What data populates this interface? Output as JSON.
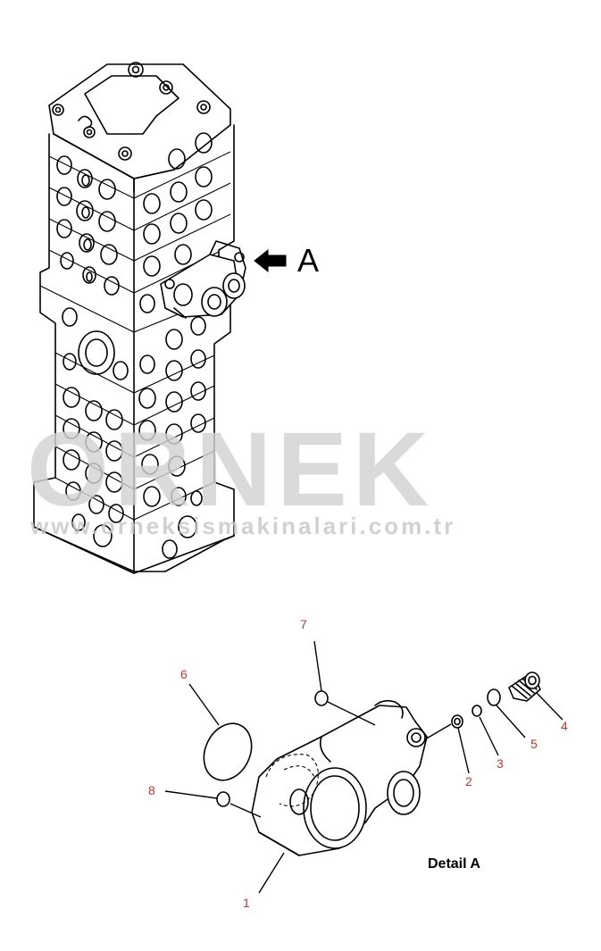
{
  "diagram": {
    "view_label": "A",
    "detail_title": "Detail A",
    "callouts": [
      {
        "id": "callout-1",
        "text": "1"
      },
      {
        "id": "callout-2",
        "text": "2"
      },
      {
        "id": "callout-3",
        "text": "3"
      },
      {
        "id": "callout-4",
        "text": "4"
      },
      {
        "id": "callout-5",
        "text": "5"
      },
      {
        "id": "callout-6",
        "text": "6"
      },
      {
        "id": "callout-7",
        "text": "7"
      },
      {
        "id": "callout-8",
        "text": "8"
      }
    ]
  },
  "watermark": {
    "brand": "ORNEK",
    "url": "www.orneksismakinalari.com.tr"
  },
  "colors": {
    "line": "#000000",
    "callout_text": "#c0392b",
    "watermark": "#d2d2d2",
    "watermark_url": "#c8c8c8",
    "background": "#ffffff"
  }
}
